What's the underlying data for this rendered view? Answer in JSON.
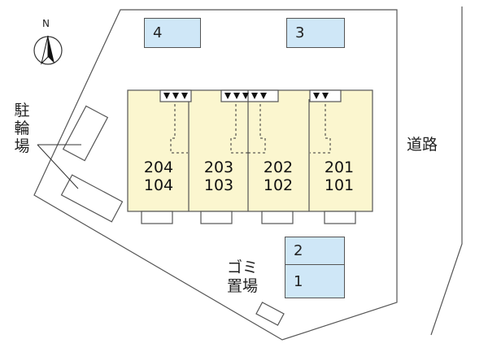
{
  "compass": {
    "label": "N",
    "icon": "north-arrow-icon"
  },
  "road": {
    "label": "道路"
  },
  "bicycle_parking": {
    "label": [
      "駐",
      "輪",
      "場"
    ]
  },
  "garbage_area": {
    "label": [
      "ゴミ",
      "置場"
    ]
  },
  "parking_spaces": [
    {
      "number": "4"
    },
    {
      "number": "3"
    },
    {
      "number": "2"
    },
    {
      "number": "1"
    }
  ],
  "units": [
    {
      "upper": "204",
      "lower": "104"
    },
    {
      "upper": "203",
      "lower": "103"
    },
    {
      "upper": "202",
      "lower": "102"
    },
    {
      "upper": "201",
      "lower": "101"
    }
  ],
  "colors": {
    "building_fill": "#fbf6cf",
    "parking_fill": "#cfe7f7",
    "outline": "#555555",
    "entrance_marker": "#111111"
  }
}
